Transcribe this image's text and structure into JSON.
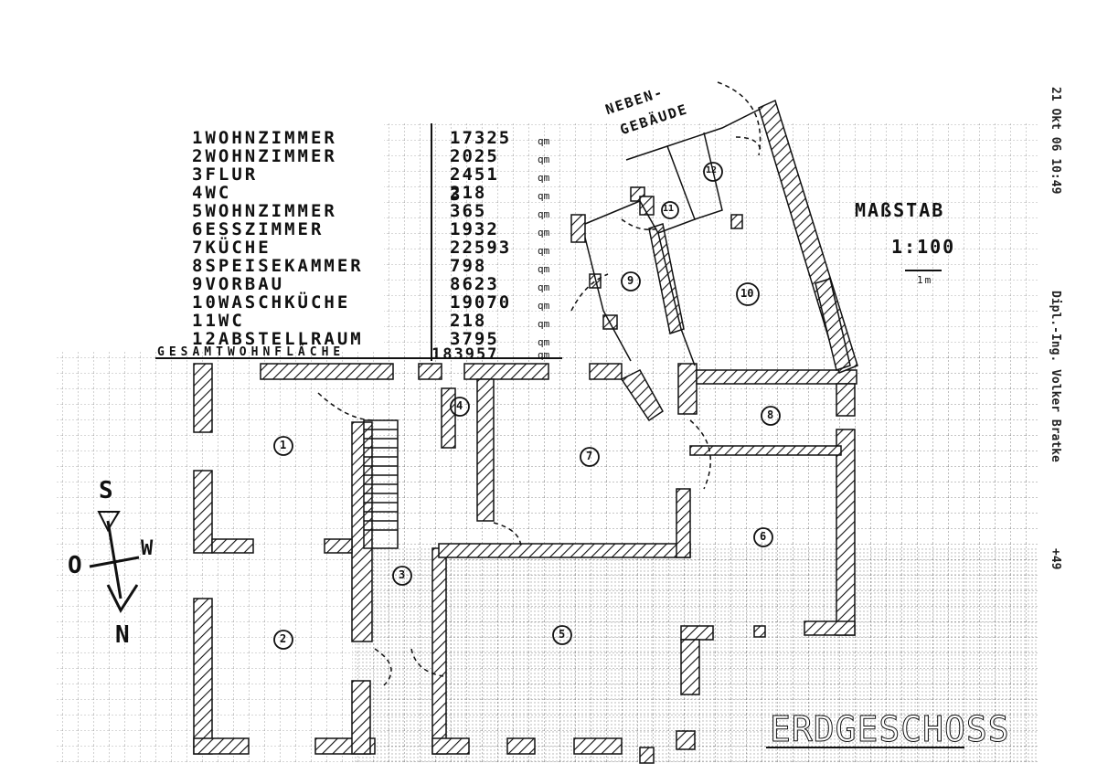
{
  "drawing": {
    "rooms": [
      {
        "name": "1WOHNZIMMER",
        "area": "17325",
        "unit": "qm"
      },
      {
        "name": "2WOHNZIMMER",
        "area": "2025",
        "unit": "qm"
      },
      {
        "name": "3FLUR",
        "area": "2451 3",
        "unit": "qm"
      },
      {
        "name": "4WC",
        "area": "218",
        "unit": "qm"
      },
      {
        "name": "5WOHNZIMMER",
        "area": "365",
        "unit": "qm"
      },
      {
        "name": "6ESSZIMMER",
        "area": "1932",
        "unit": "qm"
      },
      {
        "name": "7KÜCHE",
        "area": "22593",
        "unit": "qm"
      },
      {
        "name": "8SPEISEKAMMER",
        "area": "798",
        "unit": "qm"
      },
      {
        "name": "9VORBAU",
        "area": "8623",
        "unit": "qm"
      },
      {
        "name": "10WASCHKÜCHE",
        "area": "19070",
        "unit": "qm"
      },
      {
        "name": "11WC",
        "area": "218",
        "unit": "qm"
      },
      {
        "name": "12ABSTELLRAUM",
        "area": "3795",
        "unit": "qm"
      }
    ],
    "total": {
      "label": "GESAMTWOHNFLÄCHE",
      "area": "183957",
      "unit": "qm"
    },
    "scale_label": "MAßSTAB",
    "scale_value": "1:100",
    "scale_bar_label": "1m",
    "nebengebaeude": [
      "NEBEN-",
      "GEBÄUDE"
    ],
    "floor_title": "ERDGESCHOSS",
    "compass": {
      "s": "S",
      "o": "O",
      "w": "W",
      "n": "N"
    },
    "room_numbers": [
      "1",
      "2",
      "3",
      "4",
      "5",
      "6",
      "7",
      "8",
      "9",
      "10",
      "11",
      "12"
    ],
    "fax_header": [
      "21 Okt 06 10:49",
      "Dipl.-Ing. Volker Bratke",
      "+49"
    ]
  }
}
